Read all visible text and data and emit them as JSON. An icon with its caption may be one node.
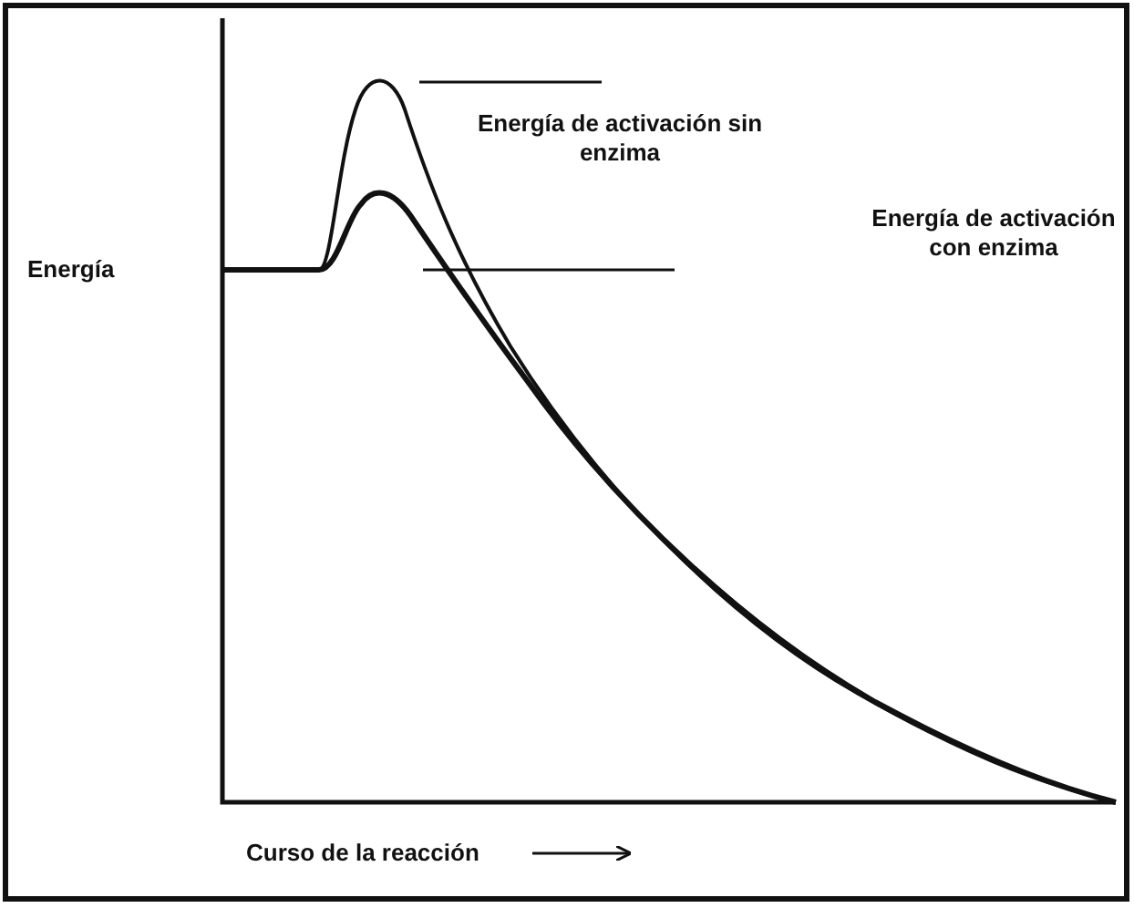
{
  "diagram": {
    "labels": [
      "Energía",
      "Energía de activación sin enzima",
      "Energía de activación con enzima",
      "Curso de la reacción"
    ]
  }
}
